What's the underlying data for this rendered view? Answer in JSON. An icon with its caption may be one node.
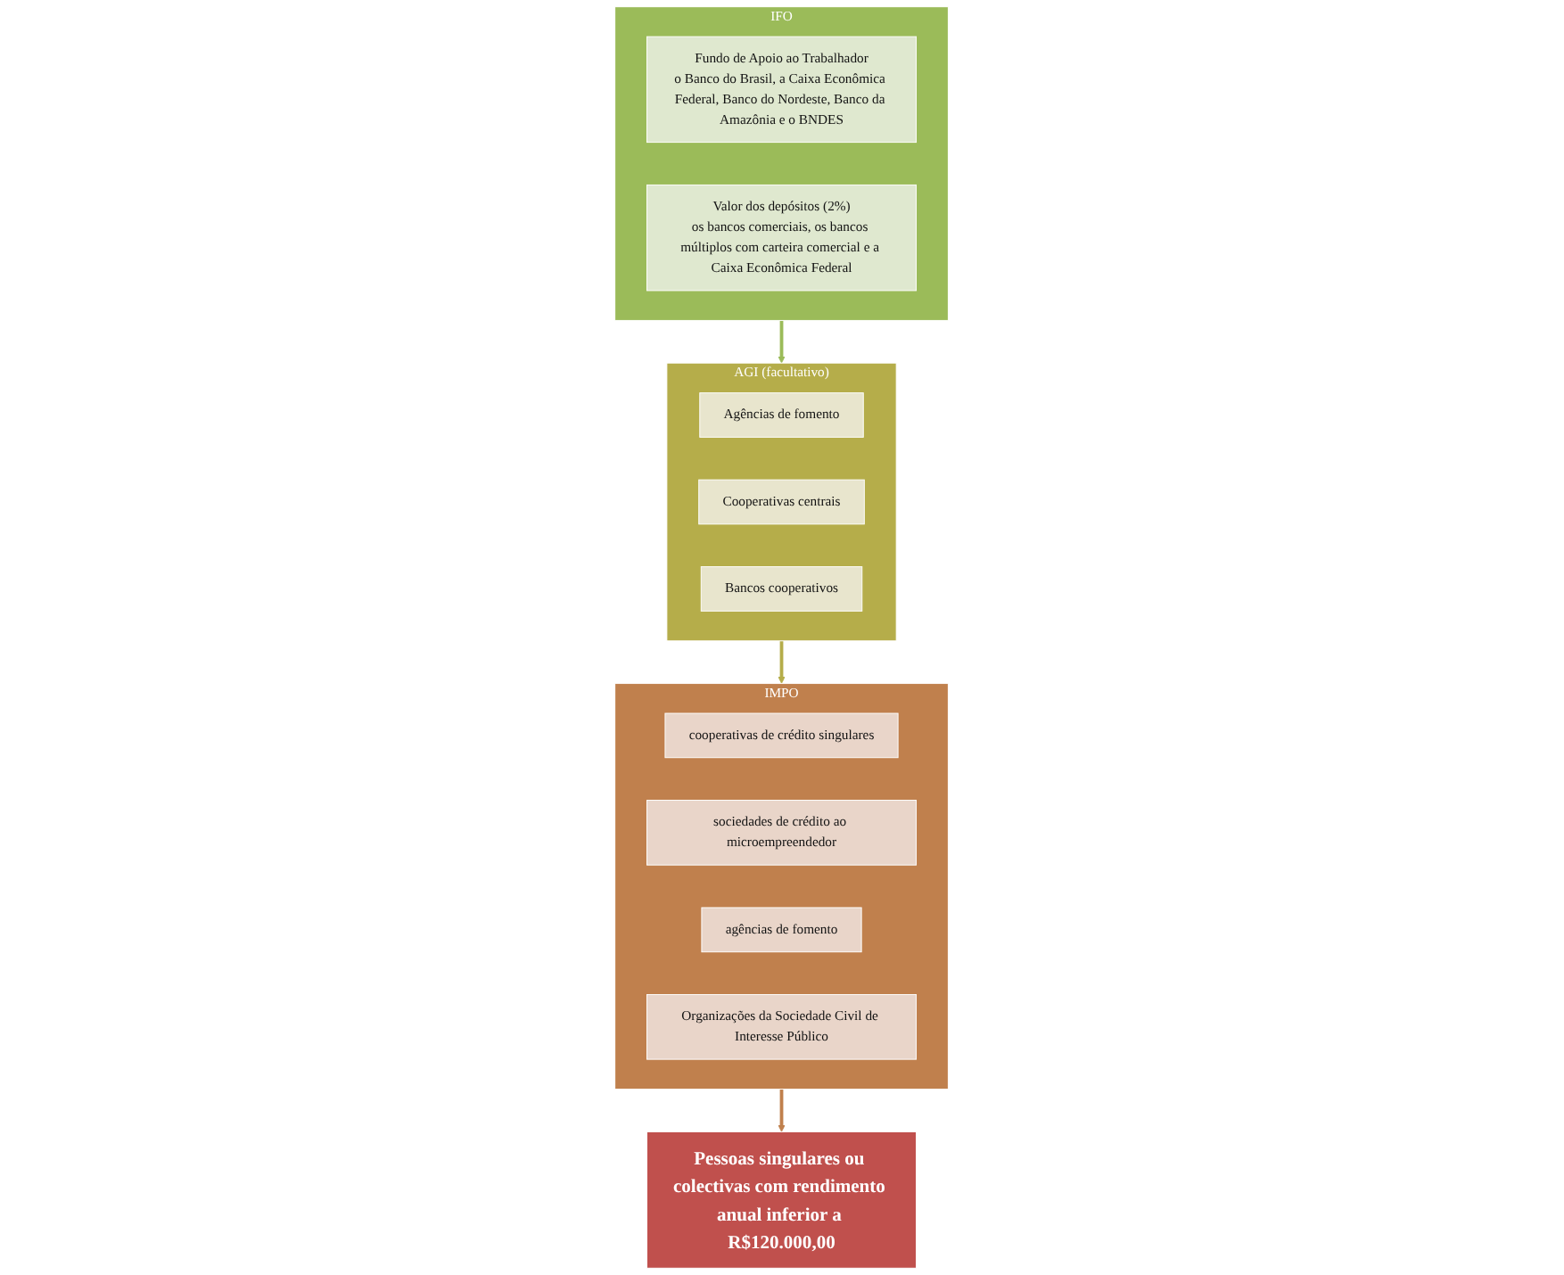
{
  "diagram": {
    "nodes": [
      {
        "text": [
          "IFO"
        ]
      },
      {
        "text": [
          "Fundo de Apoio ao Trabalhador",
          "o Banco do Brasil, a Caixa Econômica Federal, Banco do Nordeste, Banco da Amazônia e o BNDES"
        ],
        "in": 0
      },
      {
        "text": [
          "Valor dos depósitos (2%)",
          "os bancos comerciais, os bancos múltiplos com carteira comercial e a Caixa Econômica Federal"
        ],
        "in": 0
      },
      {
        "text": [
          "AGI (facultativo)"
        ]
      },
      {
        "text": [
          "Agências de fomento"
        ],
        "in": 3
      },
      {
        "text": [
          "Cooperativas centrais"
        ],
        "in": 3
      },
      {
        "text": [
          "Bancos cooperativos"
        ],
        "in": 3
      },
      {
        "text": [
          "IMPO"
        ]
      },
      {
        "text": [
          "cooperativas de crédito singulares"
        ],
        "in": 7
      },
      {
        "text": [
          "sociedades de crédito ao microempreendedor"
        ],
        "in": 7
      },
      {
        "text": [
          "agências de fomento"
        ],
        "in": 7
      },
      {
        "text": [
          "Organizações da Sociedade Civil de Interesse Público"
        ],
        "in": 7
      },
      {
        "text": [
          "Pessoas singulares ou colectivas com rendimento anual inferior a R$120.000,00"
        ]
      }
    ],
    "edges": [
      {
        "from": 0,
        "to": 3,
        "arrow": "to",
        "color": "#9bbb59"
      },
      {
        "from": 3,
        "to": 7,
        "arrow": "to",
        "color": "#b5ad4a"
      },
      {
        "from": 7,
        "to": 12,
        "arrow": "to",
        "color": "#c0804d"
      }
    ]
  }
}
